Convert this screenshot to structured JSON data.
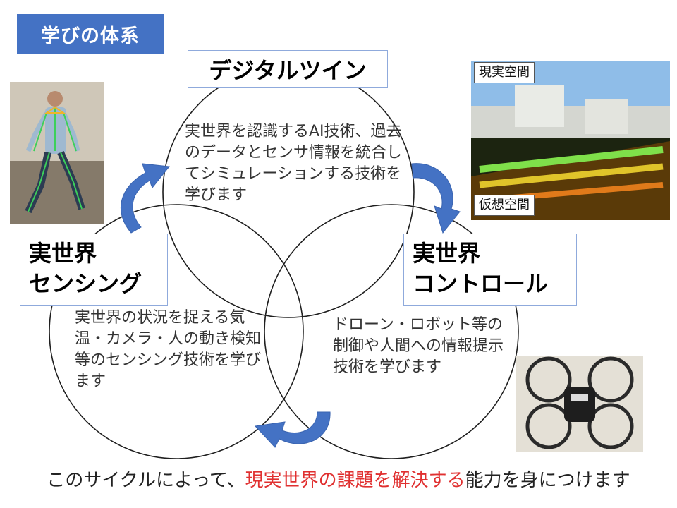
{
  "heading": "学びの体系",
  "sections": {
    "digital": {
      "title": "デジタルツイン",
      "description": "実世界を認識するAI技術、過去のデータとセンサ情報を統合してシミュレーションする技術を学びます"
    },
    "sensing": {
      "title_line1": "実世界",
      "title_line2": "センシング",
      "description": "実世界の状況を捉える気温・カメラ・人の動き検知等のセンシング技術を学びます"
    },
    "control": {
      "title_line1": "実世界",
      "title_line2": "コントロール",
      "description": "ドローン・ロボット等の制御や人間への情報提示技術を学びます"
    }
  },
  "photos": {
    "real_space_label": "現実空間",
    "virtual_space_label": "仮想空間"
  },
  "footer": {
    "prefix": "このサイクルによって、",
    "highlight": "現実世界の課題を解決する",
    "suffix": "能力を身につけます"
  },
  "colors": {
    "accent": "#4472c4",
    "highlight": "#e03030",
    "circle": "#1f1f1f"
  }
}
